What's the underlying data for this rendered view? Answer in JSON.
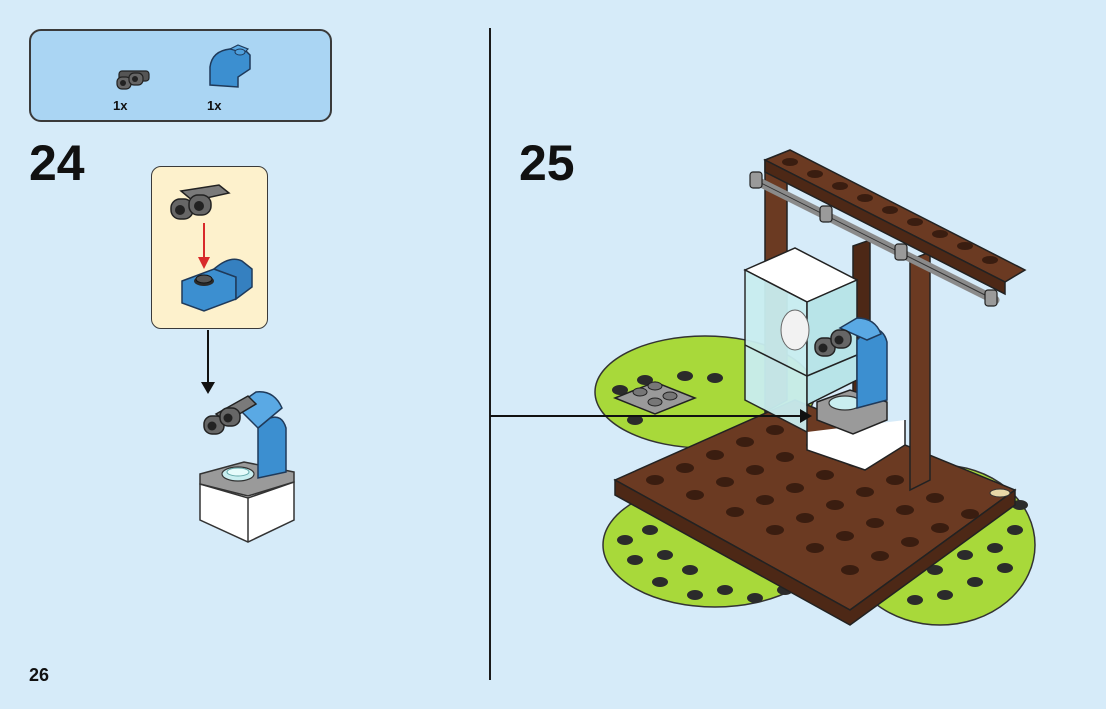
{
  "page_number": "26",
  "parts_list": {
    "items": [
      {
        "icon": "binoculars-piece-icon",
        "quantity": "1x",
        "color": "#5a5a5a"
      },
      {
        "icon": "blue-curved-slope-piece-icon",
        "quantity": "1x",
        "color": "#3c8fd0"
      }
    ]
  },
  "steps": [
    {
      "number": "24"
    },
    {
      "number": "25"
    }
  ],
  "colors": {
    "background": "#d6ebf9",
    "parts_panel": "#aad5f3",
    "subassembly_panel": "#fdf1cc",
    "insert_arrow": "#d82a2a",
    "brown": "#6b3a22",
    "lime": "#a8d93a",
    "azure": "#3c8fd0",
    "trans_clear": "#c9eef0"
  }
}
